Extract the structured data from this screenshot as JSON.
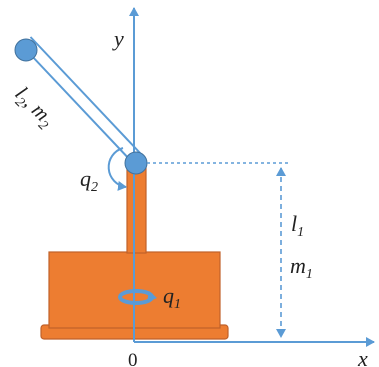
{
  "colors": {
    "body": "#ED7D31",
    "body_stroke": "#C0612A",
    "axis": "#5B9BD5",
    "link": "#5B9BD5",
    "joint": "#5B9BD5",
    "text": "#222222"
  },
  "labels": {
    "y_axis": "y",
    "x_axis": "x",
    "origin": "0",
    "link2_l": "l",
    "link2_l_sub": "2",
    "link2_sep": ", ",
    "link2_m": "m",
    "link2_m_sub": "2",
    "angle2_q": "q",
    "angle2_sub": "2",
    "angle1_q": "q",
    "angle1_sub": "1",
    "length1_l": "l",
    "length1_sub": "1",
    "mass1_m": "m",
    "mass1_sub": "1"
  }
}
